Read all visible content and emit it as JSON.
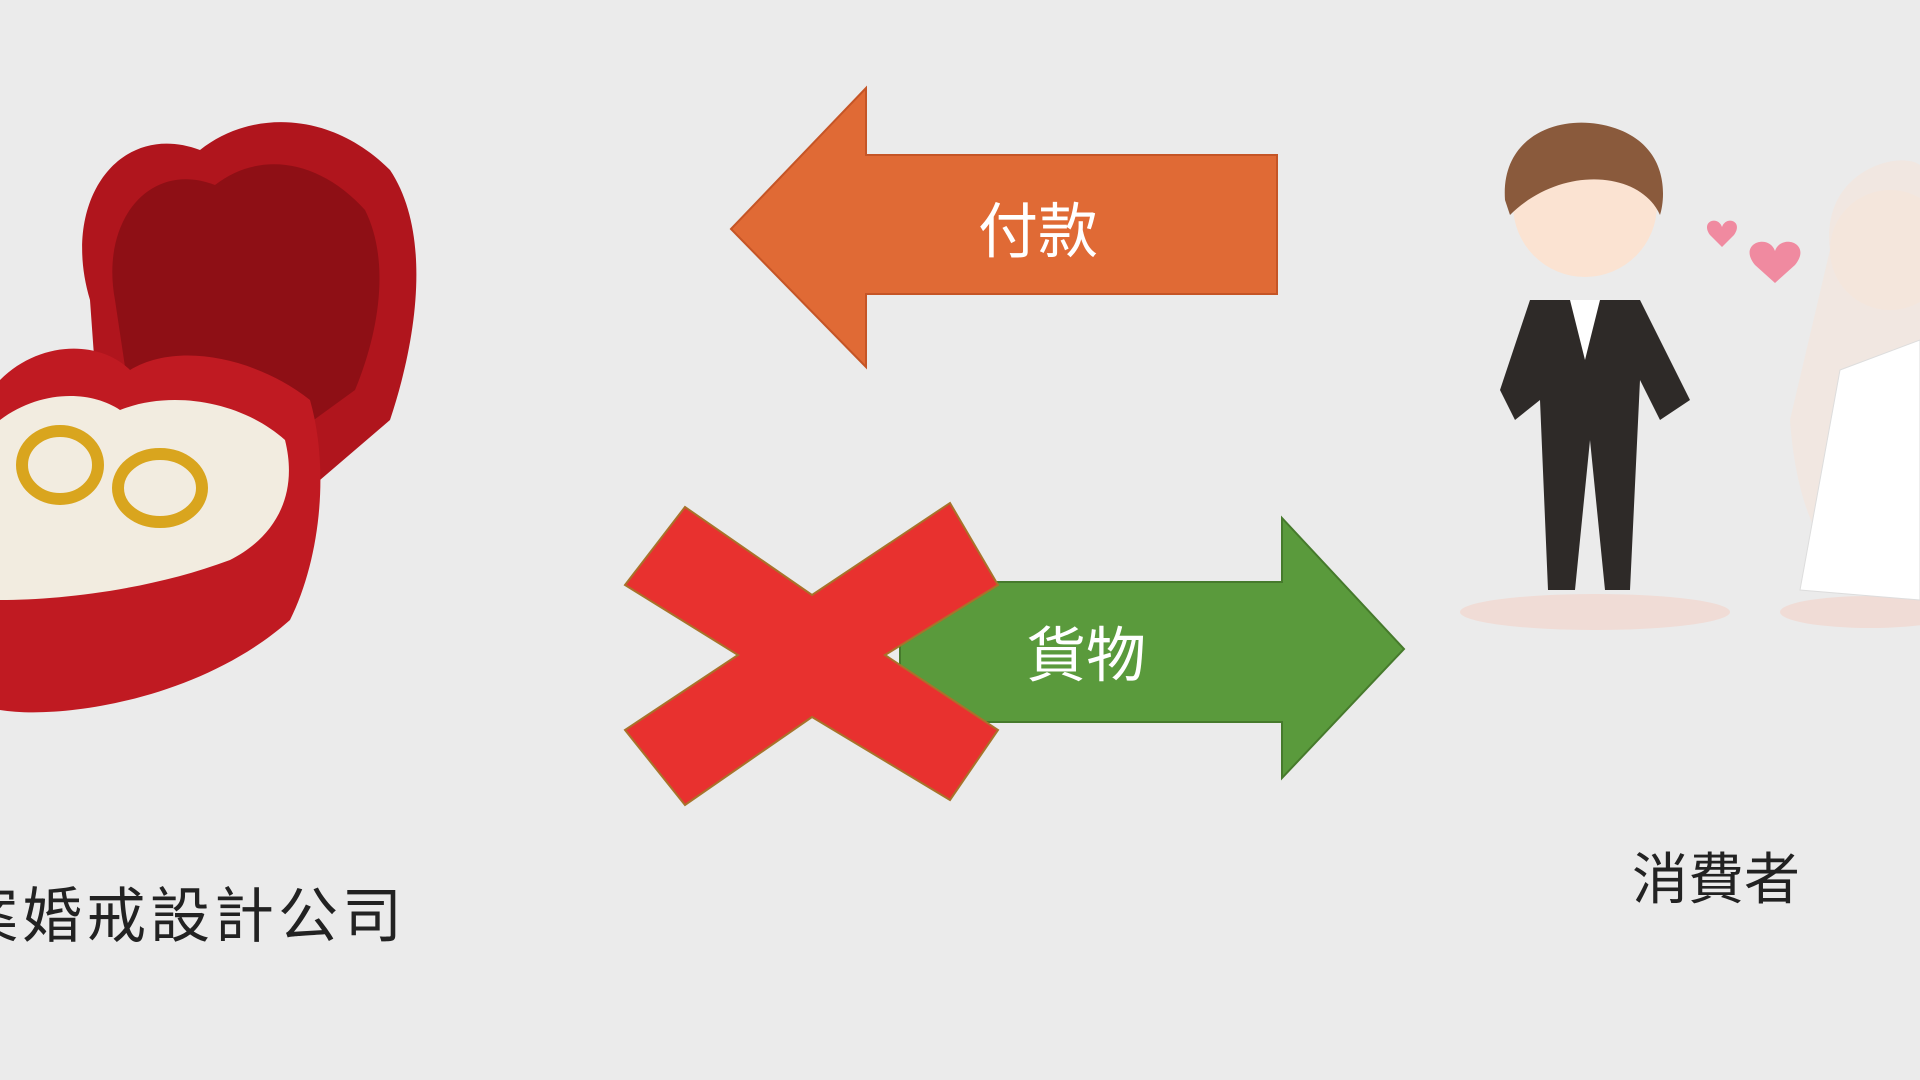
{
  "diagram": {
    "payment_arrow": {
      "label": "付款",
      "color": "#e06a35",
      "direction": "left"
    },
    "goods_arrow": {
      "label": "貨物",
      "color": "#5a9a3c",
      "direction": "right"
    },
    "cross_mark": {
      "color": "#e8312f"
    },
    "seller": {
      "label": "案婚戒設計公司",
      "icon": "ring-box-icon"
    },
    "consumer": {
      "label": "消費者",
      "icon": "bride-groom-icon"
    }
  }
}
